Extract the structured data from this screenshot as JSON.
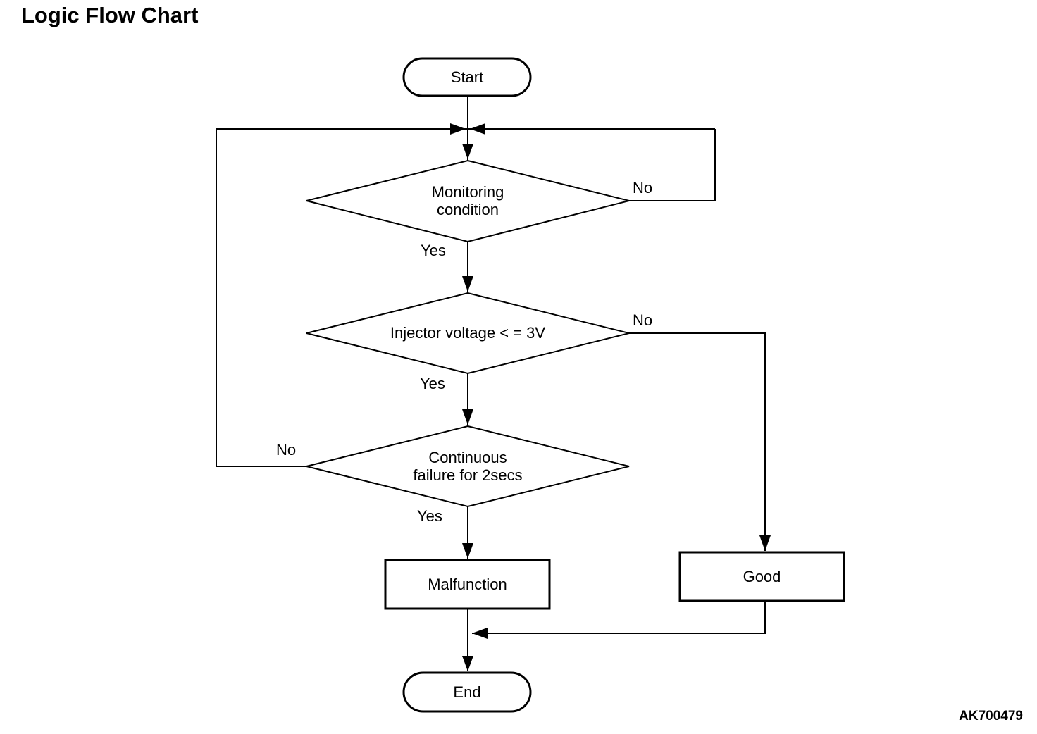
{
  "title": "Logic Flow Chart",
  "figure_code": "AK700479",
  "nodes": {
    "start": "Start",
    "decision_monitoring": "Monitoring\ncondition",
    "decision_injector": "Injector voltage < = 3V",
    "decision_continuous": "Continuous\nfailure for 2secs",
    "malfunction": "Malfunction",
    "good": "Good",
    "end": "End"
  },
  "edge_labels": {
    "monitoring_no": "No",
    "monitoring_yes": "Yes",
    "injector_no": "No",
    "injector_yes": "Yes",
    "continuous_no": "No",
    "continuous_yes": "Yes"
  },
  "colors": {
    "line": "#000000",
    "background": "#ffffff"
  }
}
